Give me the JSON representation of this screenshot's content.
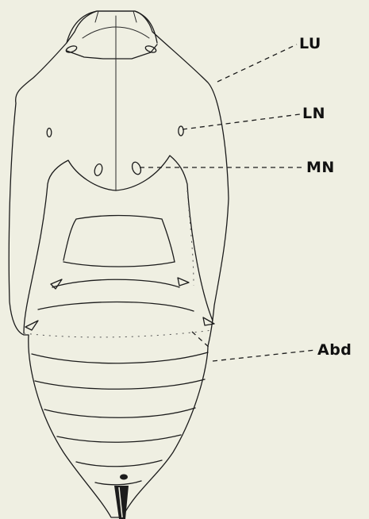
{
  "labels": {
    "lu": "LU",
    "ln": "LN",
    "mn": "MN",
    "abd": "Abd"
  },
  "colors": {
    "background": "#efefe2",
    "ink": "#1c1c1c"
  }
}
